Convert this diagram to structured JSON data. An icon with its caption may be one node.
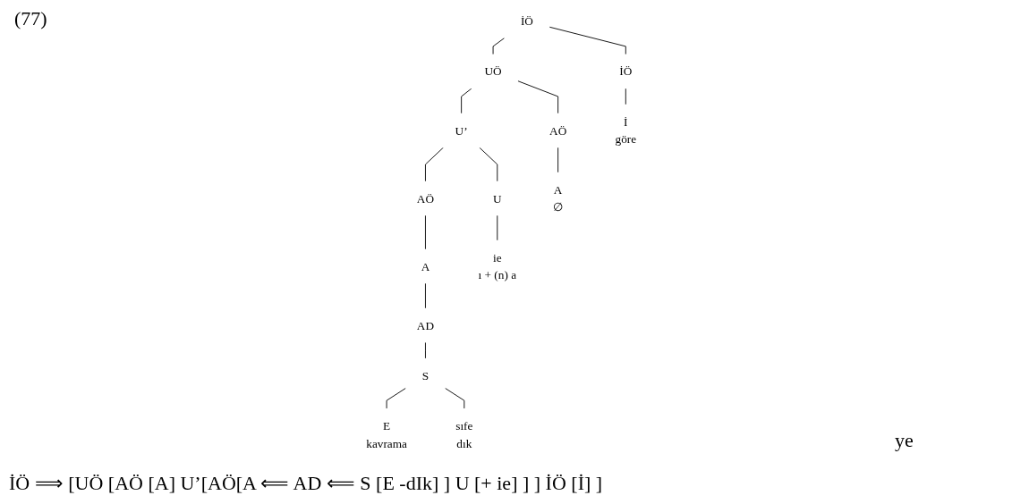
{
  "diagram": {
    "nodes": [
      {
        "text": [
          "İÖ"
        ]
      },
      {
        "text": [
          "UÖ"
        ]
      },
      {
        "text": [
          "AÖ"
        ]
      },
      {
        "text": [
          "U’"
        ]
      },
      {
        "text": [
          "AÖ"
        ]
      },
      {
        "text": [
          "U"
        ]
      },
      {
        "text": [
          "İÖ"
        ]
      },
      {
        "text": [
          "A",
          "∅"
        ]
      },
      {
        "text": [
          "A"
        ]
      },
      {
        "text": [
          "AD"
        ]
      },
      {
        "text": [
          "S"
        ]
      },
      {
        "text": [
          "E",
          "kavrama"
        ]
      },
      {
        "text": [
          "sıfe",
          "dık"
        ]
      },
      {
        "text": [
          "ie",
          "ı + (n) a"
        ]
      },
      {
        "text": [
          "İ",
          "göre"
        ]
      }
    ],
    "edges": [
      {
        "from": 0,
        "to": 1,
        "arrow": "none"
      },
      {
        "from": 0,
        "to": 6,
        "arrow": "none"
      },
      {
        "from": 1,
        "to": 2,
        "arrow": "none"
      },
      {
        "from": 1,
        "to": 3,
        "arrow": "none"
      },
      {
        "from": 3,
        "to": 4,
        "arrow": "none"
      },
      {
        "from": 3,
        "to": 5,
        "arrow": "none"
      },
      {
        "from": 2,
        "to": 7,
        "arrow": "none"
      },
      {
        "from": 4,
        "to": 8,
        "arrow": "none"
      },
      {
        "from": 8,
        "to": 9,
        "arrow": "none"
      },
      {
        "from": 9,
        "to": 10,
        "arrow": "none"
      },
      {
        "from": 10,
        "to": 11,
        "arrow": "none"
      },
      {
        "from": 10,
        "to": 12,
        "arrow": "none"
      },
      {
        "from": 5,
        "to": 13,
        "arrow": "none"
      },
      {
        "from": 6,
        "to": 14,
        "arrow": "none"
      }
    ],
    "labels": [
      "(77)",
      "ye",
      "İÖ ⟹ [UÖ [AÖ [A] U’[AÖ[A ⟸ AD ⟸ S [E -dIk] ] U [+ ie] ] ] İÖ [İ] ]"
    ]
  }
}
